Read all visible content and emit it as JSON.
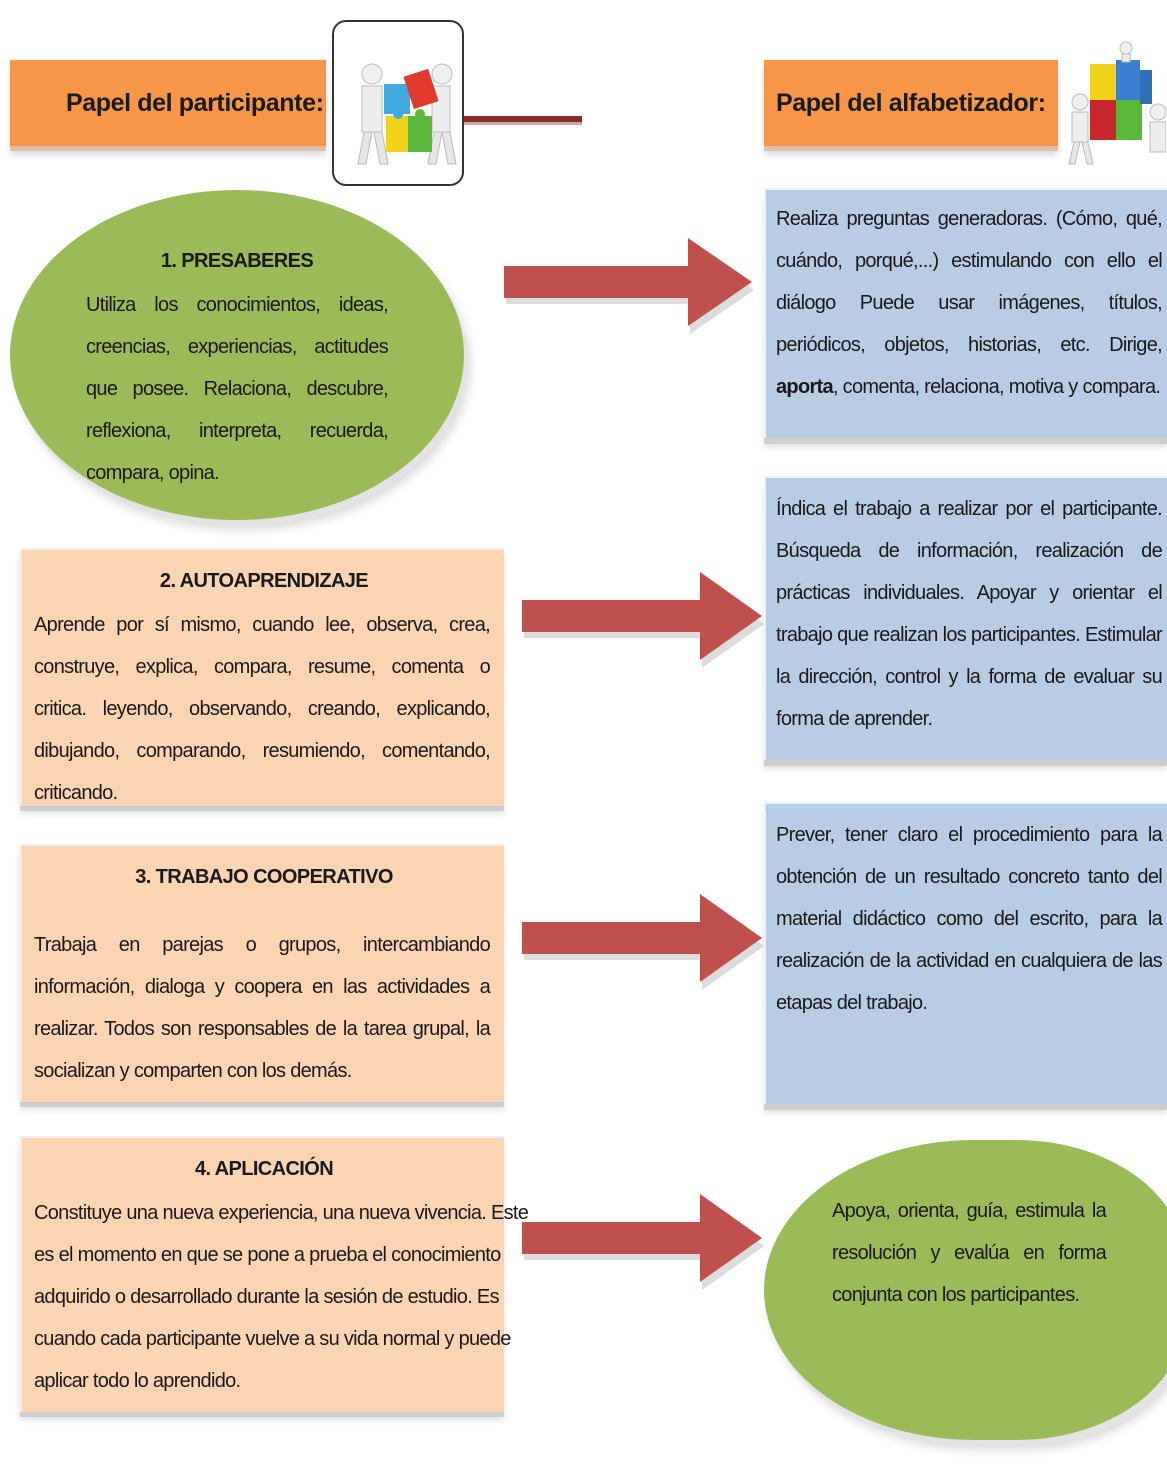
{
  "header": {
    "left_title": "Papel del participante:",
    "right_title": "Papel del alfabetizador:"
  },
  "icons": {
    "left": "puzzle-team-icon",
    "right": "puzzle-cube-team-icon"
  },
  "colors": {
    "header": "#f79646",
    "green": "#9bbb59",
    "peach": "#fbd4b4",
    "blue": "#b8cce4",
    "arrow": "#c0504d"
  },
  "participant": [
    {
      "title": "1.   PRESABERES",
      "text": "Utiliza los conocimientos, ideas, creencias, experiencias, actitudes que posee.  Relaciona, descubre, reflexiona, interpreta, recuerda, compara, opina."
    },
    {
      "title": "2.  AUTOAPRENDIZAJE",
      "text": "Aprende por sí mismo, cuando lee, observa, crea, construye, explica, compara, resume, comenta o critica. leyendo, observando,  creando, explicando, dibujando, comparando, resumiendo, comentando,  criticando."
    },
    {
      "title": "3. TRABAJO  COOPERATIVO",
      "text": "Trabaja en parejas o grupos,  intercambiando información, dialoga y coopera  en las actividades a realizar. Todos son responsables de la tarea grupal, la socializan y comparten con los demás."
    },
    {
      "title": "4. APLICACIÓN",
      "lines": [
        "Constituye una nueva experiencia, una nueva vivencia. Este",
        "es el momento en que se pone a prueba el conocimiento",
        "adquirido o desarrollado durante la sesión de estudio. Es",
        "cuando cada participante   vuelve a su vida normal y puede",
        "aplicar todo lo aprendido."
      ]
    }
  ],
  "facilitator": [
    {
      "text_before": "Realiza preguntas generadoras. (Cómo, qué, cuándo, porqué,...) estimulando con ello el diálogo Puede usar imágenes, títulos, periódicos, objetos, historias, etc. Dirige, ",
      "text_bold": "aporta",
      "text_after": ", comenta, relaciona, motiva y compara."
    },
    {
      "text": "Índica el trabajo a realizar por el participante. Búsqueda de información, realización de prácticas individuales. Apoyar y orientar el trabajo que realizan los participantes. Estimular la dirección, control y la forma de evaluar su forma de aprender."
    },
    {
      "text": "Prever, tener claro el procedimiento para la obtención de un resultado concreto tanto del material didáctico como del escrito, para la realización de la actividad en cualquiera de las etapas del trabajo."
    },
    {
      "text": "Apoya, orienta, guía, estimula la resolución y evalúa en forma conjunta con los participantes."
    }
  ]
}
